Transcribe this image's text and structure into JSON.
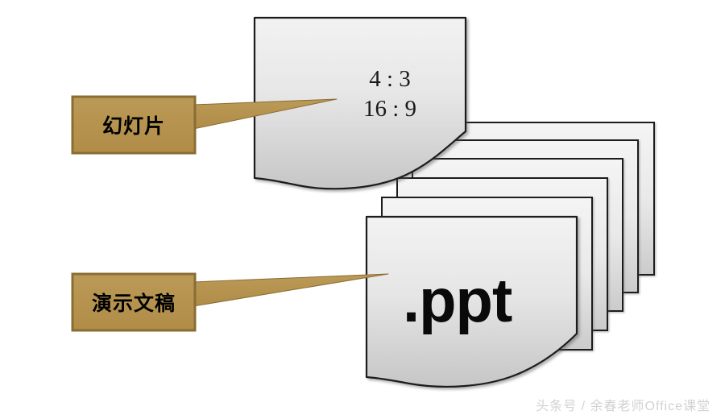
{
  "diagram": {
    "title_hidden": "",
    "slide_shape": {
      "name": "slide-page",
      "ratio_lines": [
        "4 : 3",
        "16 : 9"
      ],
      "fill_from": "#efefef",
      "fill_to": "#c9c9c9",
      "stroke": "#1a1a1a"
    },
    "document_stack": {
      "name": "presentation-stack",
      "front_label": ".ppt",
      "page_count": 6,
      "fill_from": "#f0f0f0",
      "fill_to": "#c7c7c7",
      "stroke": "#1a1a1a"
    },
    "callouts": [
      {
        "id": "slide",
        "label": "幻灯片",
        "fill": "#b8944f",
        "stroke": "#8a6d33"
      },
      {
        "id": "document",
        "label": "演示文稿",
        "fill": "#b8944f",
        "stroke": "#8a6d33"
      }
    ]
  },
  "watermark": {
    "text": "头条号 / 余春老师Office课堂",
    "color": "#d2d2d2"
  }
}
